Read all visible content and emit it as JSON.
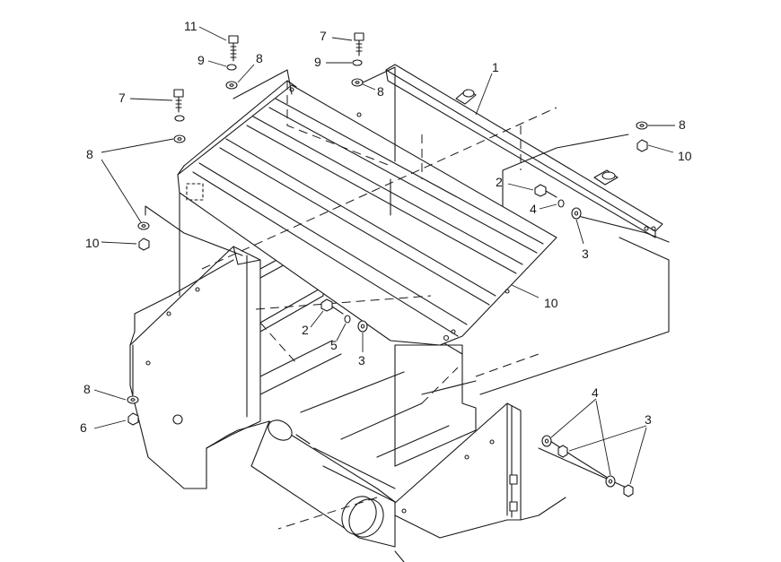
{
  "diagram": {
    "callouts": [
      "1",
      "2",
      "2",
      "3",
      "3",
      "3",
      "4",
      "4",
      "5",
      "6",
      "7",
      "7",
      "8",
      "8",
      "8",
      "8",
      "8",
      "9",
      "9",
      "10",
      "10",
      "10",
      "11"
    ]
  }
}
